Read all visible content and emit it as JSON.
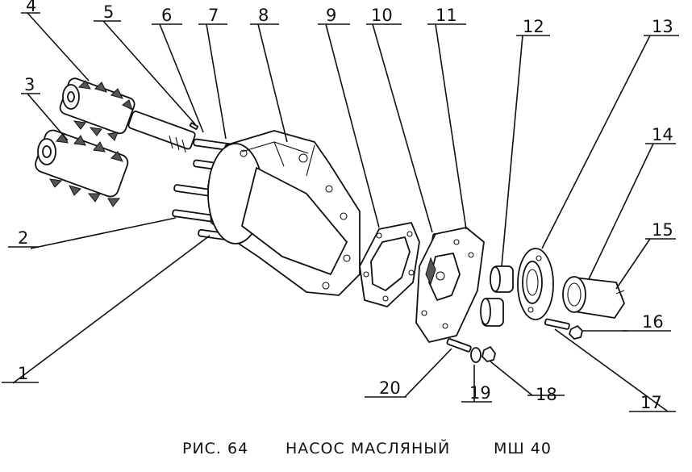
{
  "caption": {
    "fig": "РИС. 64",
    "title": "НАСОС МАСЛЯНЫЙ",
    "model": "МШ 40"
  },
  "labels": [
    "1",
    "2",
    "3",
    "4",
    "5",
    "6",
    "7",
    "8",
    "9",
    "10",
    "11",
    "12",
    "13",
    "14",
    "15",
    "16",
    "17",
    "18",
    "19",
    "20"
  ],
  "colors": {
    "ink": "#111111",
    "paper": "#ffffff",
    "shade": "#555555"
  }
}
